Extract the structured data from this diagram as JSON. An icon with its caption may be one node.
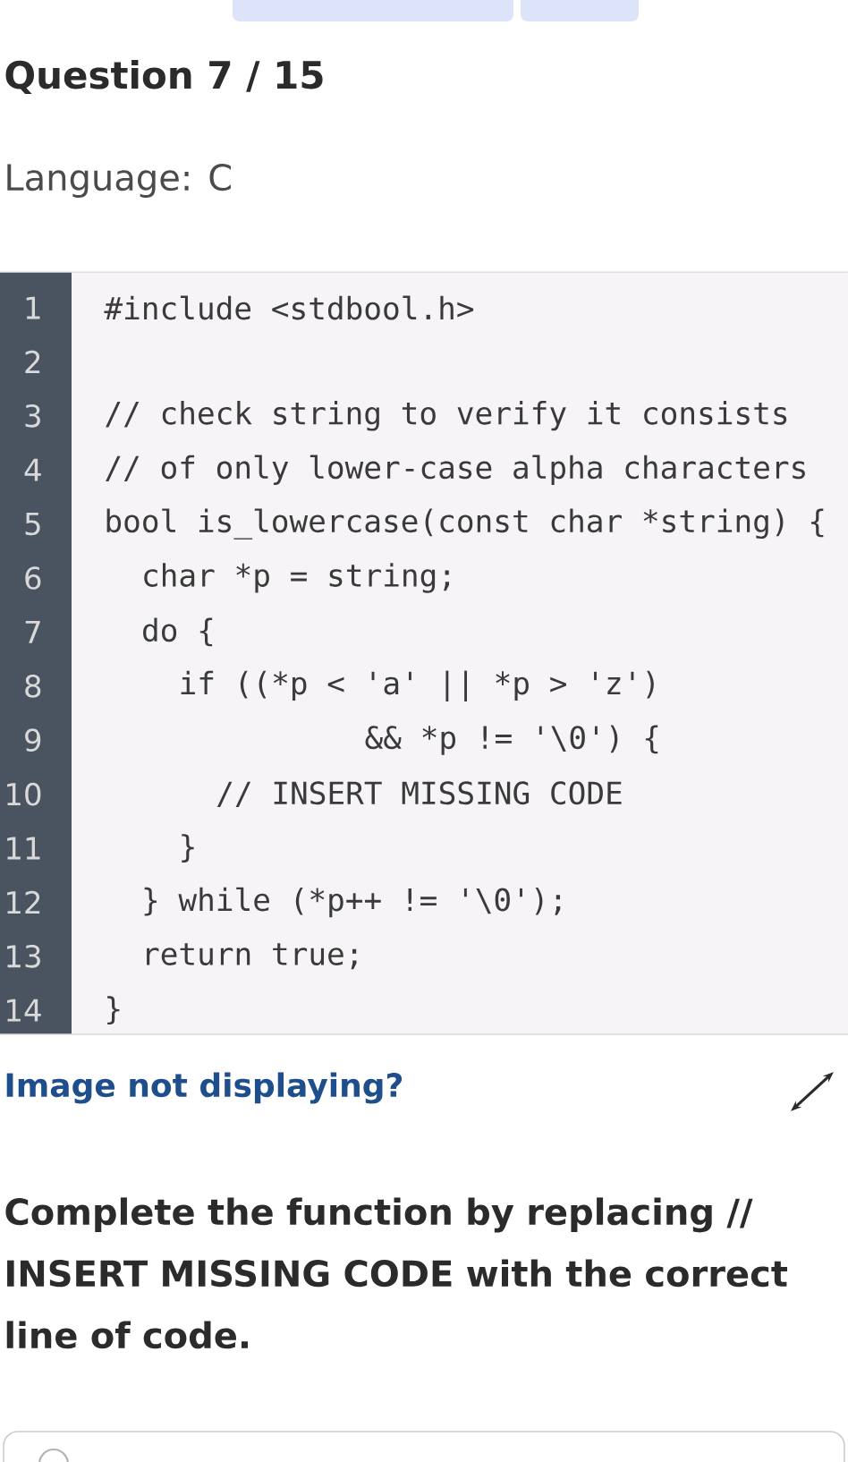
{
  "diagram": {
    "title": "Question 7 / 15",
    "labels": [
      "Language: C",
      "1",
      "#include <stdbool.h>",
      "2",
      "3",
      "// check string to verify it consists",
      "4",
      "// of only lower-case alpha characters",
      "5",
      "bool is_lowercase(const char *string) {",
      "6",
      "char *p = string;",
      "7",
      "do {",
      "8",
      "if ((*p < 'a' || *p > 'z')",
      "9",
      "&& *p != '\\0') {",
      "10",
      "// INSERT MISSING CODE",
      "11",
      "}",
      "12",
      "} while (*p++ != '\\0');",
      "13",
      "return true;",
      "14",
      "}",
      "Image not displaying?",
      "Complete the function by replacing // INSERT MISSING CODE with the correct line of code."
    ]
  }
}
